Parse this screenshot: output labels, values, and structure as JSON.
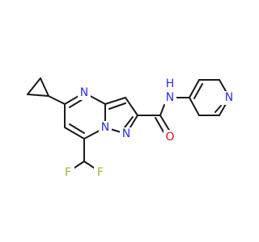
{
  "molecule": {
    "atoms": {
      "n_pyrimidine": "N",
      "n_bridge": "N",
      "n_pyrazole": "N",
      "n_amide": "N",
      "h_amide": "H",
      "o_carbonyl": "O",
      "n_pyridine": "N",
      "f_left": "F",
      "f_right": "F"
    },
    "colors": {
      "bond": "#1a1a1a",
      "nitrogen": "#2e2ef0",
      "oxygen": "#e01010",
      "fluorine": "#8fbf2f",
      "hydrogen": "#2e2ef0"
    }
  }
}
